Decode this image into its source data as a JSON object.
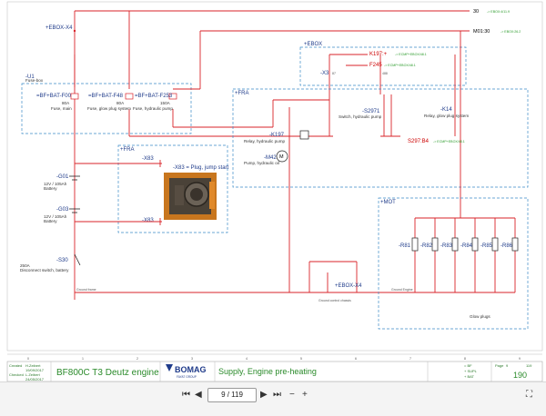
{
  "labels": {
    "top_30": "30",
    "top_m01": "M01:30",
    "xref_30": "-> EBOX:4/11.9",
    "xref_m01": "-> EBOX:26.2",
    "ebox_x4": "+EBOX-X4",
    "u1": "-U1",
    "u1_sub": "Fuse-box",
    "f00": "=BF+BAT-F00",
    "f00_rating": "80A",
    "f00_desc": "Fuse, main",
    "f48": "=BF+BAT-F48",
    "f48_rating": "80A",
    "f48_desc": "Fuse, glow plug system",
    "f253": "=BF+BAT-F253",
    "f253_rating": "150A",
    "f253_desc": "Fuse, hydraulic pump",
    "ebox_box": "+EBOX",
    "k197_top": "K197:+",
    "k197_top_xref": "-> ECMP+EBOX/48.1",
    "f245": "F245",
    "f245_xref": "-> ECMP+EBOX/48.1",
    "x3": "-X3",
    "x3_pin": "87",
    "pin_488": "488",
    "fra": "+FRA",
    "k197": "-K197",
    "k197_desc": "Relay, hydraulic pump",
    "m42": "-M42",
    "m42_desc": "Pump, hydraulic oil",
    "s2971": "-S2971",
    "s2971_desc": "Switch, hydraulic pump",
    "k14": "-K14",
    "k14_desc": "Relay, glow plug system",
    "s297": "S297:B4",
    "s297_xref": "-> ECMP+EBOX/48.1",
    "fra2": "+FRA",
    "x83_top": "-X83",
    "x83_plug": "-X83 = Plug, jump start",
    "x83_bot": "-X83",
    "g01": "-G01",
    "g01_desc": "12V / 105Ah\nBattery",
    "g03": "-G03",
    "g03_desc": "12V / 105Ah\nBattery",
    "s30": "-S30",
    "s30_desc": "250A\nDisconnect switch, battery",
    "mot": "+MOT",
    "r81": "-R81",
    "r82": "-R82",
    "r83": "-R83",
    "r84": "-R84",
    "r85": "-R85",
    "r86": "-R86",
    "glow_plugs": "Glow plugs",
    "ebox_x4b": "+EBOX-X4",
    "ground_frame": "Ground frame",
    "ground_engine": "Ground Engine",
    "ground_control": "Ground control chassis"
  },
  "title_block": {
    "created_label": "Created",
    "created_by": "H.Zeibert",
    "created_date": "19/09/2017",
    "checked_label": "Checked",
    "checked_by": "L.Zeibert",
    "checked_date": "24/05/2017",
    "doc_title": "BF800C T3 Deutz engine",
    "brand": "BOMAG",
    "brand_sub": "FAYAT GROUP",
    "sheet_title": "Supply, Engine pre-heating",
    "ref_bf": "= BF",
    "ref_supl": "+ SUPL",
    "ref_bat": "+ BAT",
    "page_label": "Page",
    "page_num": "9",
    "page_of": "119",
    "sheet_num": "190",
    "column_numbers": [
      "0",
      "1",
      "2",
      "3",
      "4",
      "5",
      "6",
      "7",
      "8",
      "9"
    ]
  },
  "viewer": {
    "page_indicator": "9 / 119",
    "first": "⏮",
    "prev": "◀",
    "next": "▶",
    "last": "⏭",
    "zoom_out": "−",
    "zoom_in": "+",
    "fullscreen": "⛶"
  },
  "colors": {
    "wire": "#d9232a",
    "group_box": "#3b8bc7",
    "title_green": "#2a8a2a",
    "brand_blue": "#1f3b8a"
  }
}
